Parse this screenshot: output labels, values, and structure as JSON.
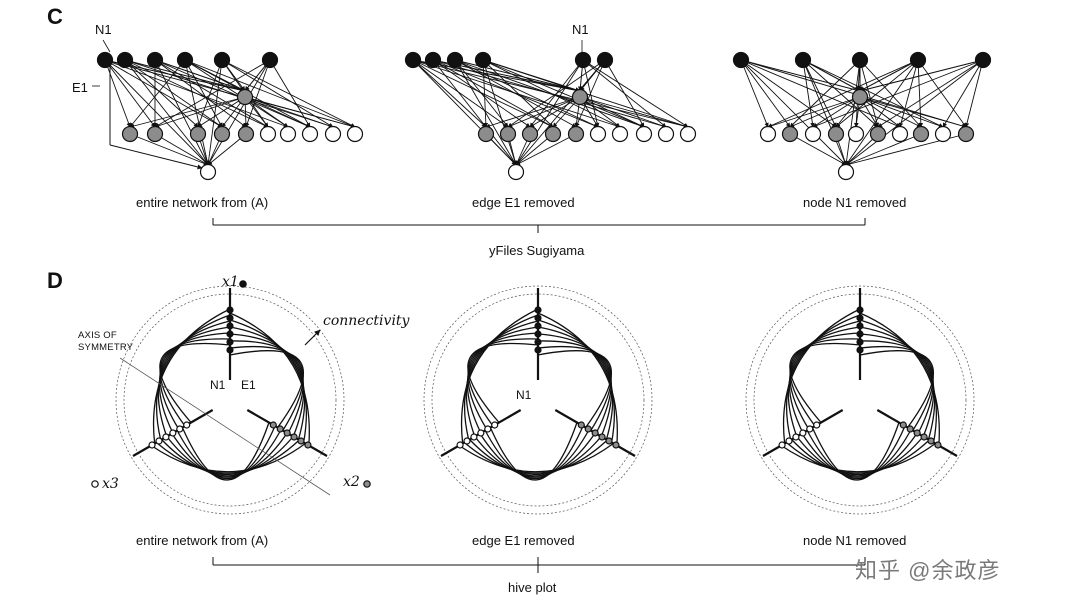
{
  "panels": {
    "c": {
      "letter": "C",
      "node_label_n1": "N1",
      "edge_label_e1": "E1",
      "captions": [
        "entire network from (A)",
        "edge E1 removed",
        "node N1 removed"
      ],
      "group_label": "yFiles Sugiyama"
    },
    "d": {
      "letter": "D",
      "axis_of_symmetry": "AXIS OF\nSYMMETRY",
      "connectivity": "connectivity",
      "axis_x1": "x1",
      "axis_x2": "x2",
      "axis_x3": "x3",
      "label_n1": "N1",
      "label_e1": "E1",
      "label_n1_mid": "N1",
      "captions": [
        "entire network from (A)",
        "edge E1 removed",
        "node N1 removed"
      ],
      "group_label": "hive plot"
    }
  },
  "watermark": "知乎 @余政彦",
  "colors": {
    "node_black": "#111111",
    "node_gray": "#8c8c8c",
    "node_white": "#ffffff",
    "line": "#111111"
  }
}
